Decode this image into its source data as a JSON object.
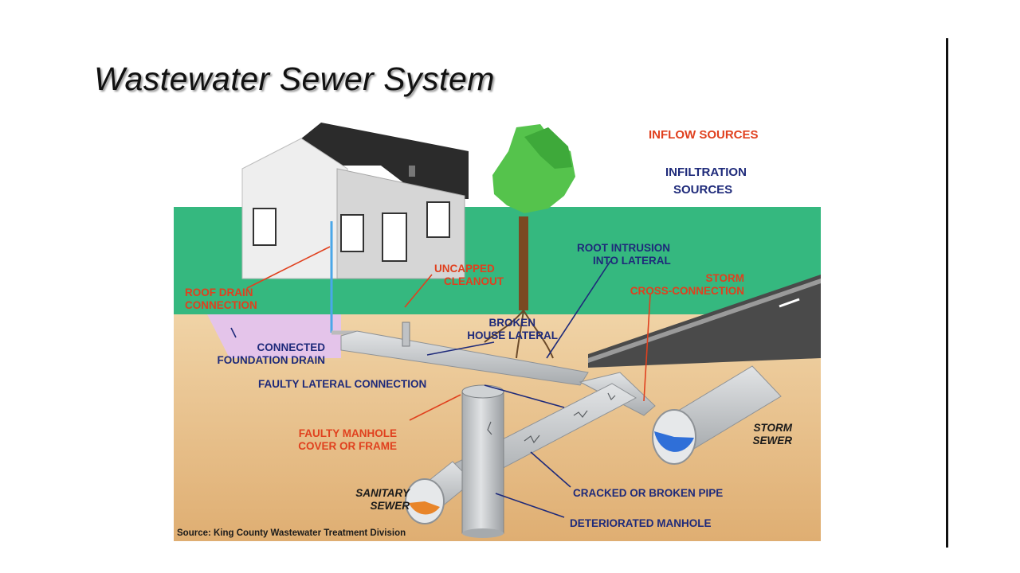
{
  "slide": {
    "title": "Wastewater Sewer System"
  },
  "legend": {
    "inflow": "INFLOW SOURCES",
    "infiltration_line1": "INFILTRATION",
    "infiltration_line2": "SOURCES"
  },
  "colors": {
    "inflow_label": "#e0401e",
    "infiltration_label": "#1e2a7a",
    "grass": "#35b87f",
    "soil": "#e9c38e",
    "pipe": "#c9ccce",
    "water_blue": "#2f6fd8",
    "water_orange": "#e8852a"
  },
  "labels": {
    "roof_drain": [
      "ROOF DRAIN",
      "CONNECTION"
    ],
    "uncapped_cleanout": [
      "UNCAPPED",
      "CLEANOUT"
    ],
    "root_intrusion": [
      "ROOT INTRUSION",
      "INTO LATERAL"
    ],
    "storm_cross": [
      "STORM",
      "CROSS-CONNECTION"
    ],
    "broken_lateral": [
      "BROKEN",
      "HOUSE LATERAL"
    ],
    "foundation_drain": [
      "CONNECTED",
      "FOUNDATION DRAIN"
    ],
    "faulty_lateral": "FAULTY LATERAL CONNECTION",
    "faulty_manhole": [
      "FAULTY MANHOLE",
      "COVER OR FRAME"
    ],
    "storm_sewer": [
      "STORM",
      "SEWER"
    ],
    "sanitary_sewer": [
      "SANITARY",
      "SEWER"
    ],
    "cracked_pipe": "CRACKED OR BROKEN PIPE",
    "deteriorated_manhole": "DETERIORATED MANHOLE",
    "source": "Source: King County Wastewater Treatment Division"
  }
}
